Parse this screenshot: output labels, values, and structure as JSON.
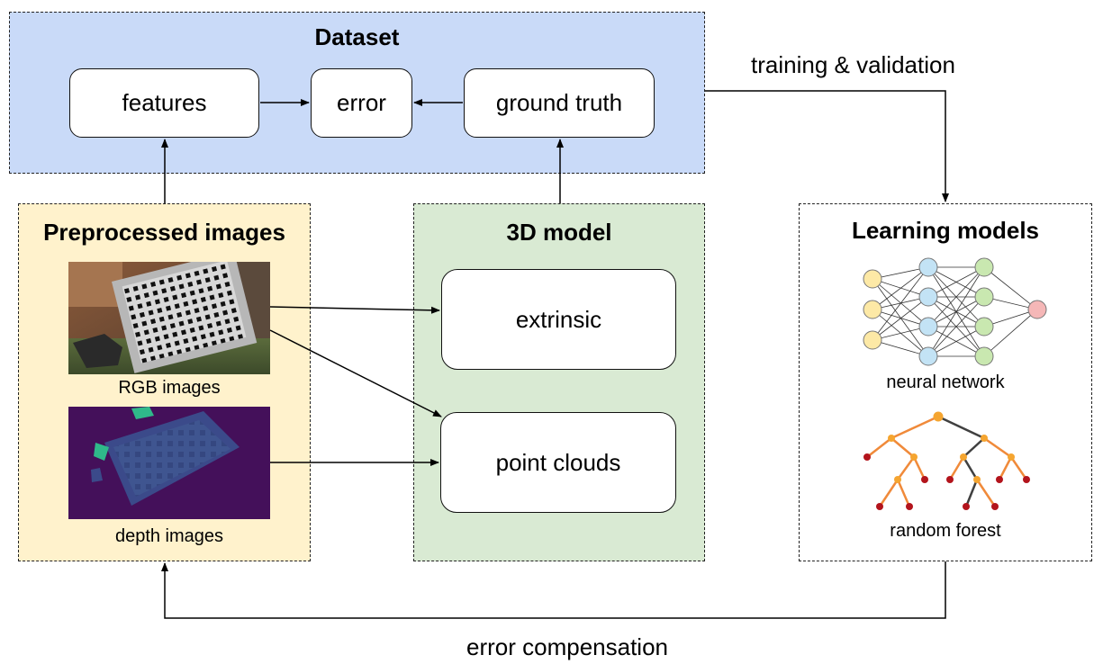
{
  "colors": {
    "dataset_bg": "#c9daf8",
    "preprocessed_bg": "#fff2cc",
    "model3d_bg": "#d9ead3",
    "learning_bg": "#ffffff",
    "input_node": "#fde9a6",
    "hidden_node": "#c3e3f5",
    "hidden2_node": "#c9e8b0",
    "output_node": "#f5b7b7",
    "tree_edge_dark": "#404040",
    "tree_edge_orange": "#f08a3a",
    "tree_leaf": "#b3141c",
    "depth_bg": "#44105a",
    "depth_board": "#3b4a8a",
    "depth_accent": "#2fb98a"
  },
  "panels": {
    "dataset": {
      "title": "Dataset",
      "nodes": {
        "features": "features",
        "error": "error",
        "ground_truth": "ground truth"
      }
    },
    "preprocessed": {
      "title": "Preprocessed images",
      "rgb_caption": "RGB images",
      "depth_caption": "depth images"
    },
    "model3d": {
      "title": "3D model",
      "nodes": {
        "extrinsic": "extrinsic",
        "point_clouds": "point clouds"
      }
    },
    "learning": {
      "title": "Learning models",
      "nn_caption": "neural network",
      "rf_caption": "random forest"
    }
  },
  "edges": {
    "training_label": "training & validation",
    "compensation_label": "error compensation"
  },
  "icons": {
    "neural_network": "neural-network-icon",
    "random_forest": "random-forest-icon"
  }
}
